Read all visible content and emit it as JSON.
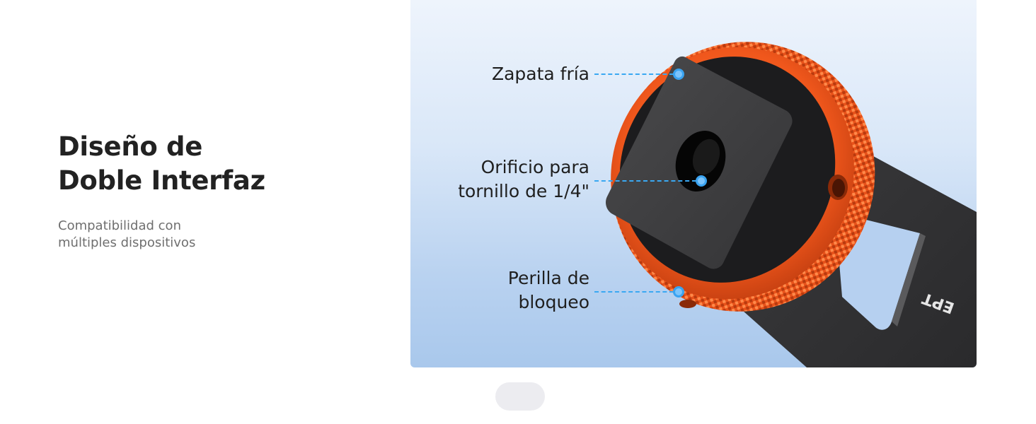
{
  "heading": {
    "title_lines": [
      "Diseño de",
      "Doble Interfaz"
    ],
    "subtitle_lines": [
      "Compatibilidad con",
      "múltiples dispositivos"
    ]
  },
  "image_panel": {
    "subject": "Zapata fría con doble interfaz - perilla naranja y placa negra",
    "engraved_text": "EPT",
    "colors": {
      "background_top": "#eef4fc",
      "background_bottom": "#a9c8ec",
      "knob_orange": "#f0571c",
      "plate_black": "#3a3a3c",
      "callout_blue": "#3aa8f2"
    }
  },
  "callouts": [
    {
      "id": "cold-shoe",
      "lines": [
        "Zapata fría"
      ]
    },
    {
      "id": "screw-hole",
      "lines": [
        "Orificio para",
        "tornillo de 1/4\""
      ]
    },
    {
      "id": "lock-knob",
      "lines": [
        "Perilla de",
        "bloqueo"
      ]
    }
  ],
  "carousel": {
    "indicator_count": 1,
    "active_index": 0
  }
}
